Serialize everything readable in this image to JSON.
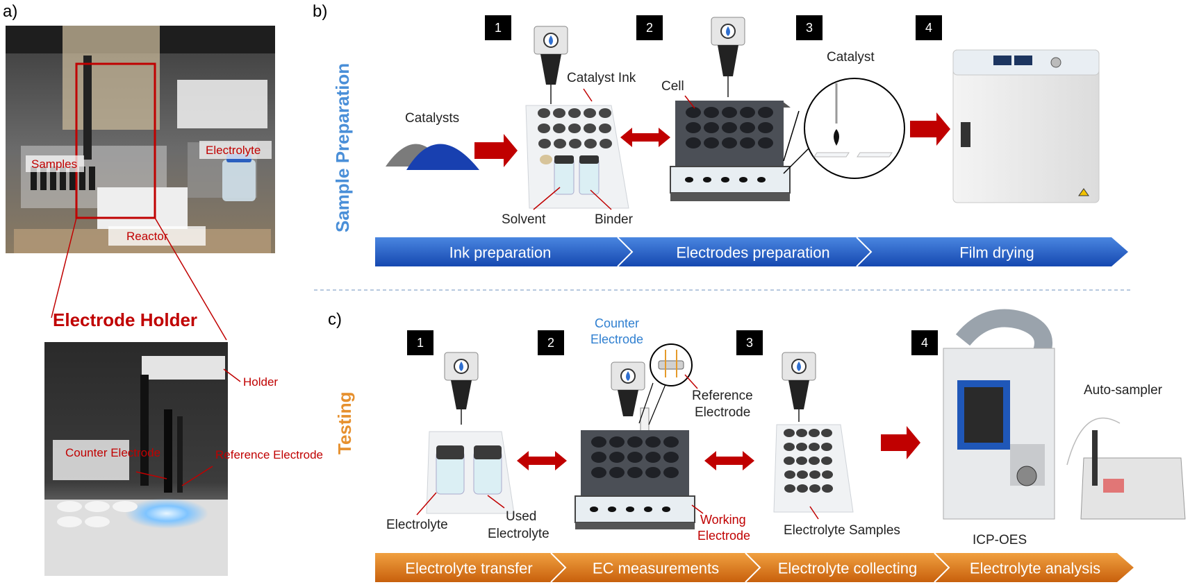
{
  "panels": {
    "a": {
      "label": "a)",
      "photo_labels": [
        "Samples",
        "Electrolyte",
        "Reactor"
      ],
      "holder_title": "Electrode Holder",
      "holder_labels": [
        "Holder",
        "Counter Electrode",
        "Reference Electrode"
      ]
    },
    "b": {
      "label": "b)",
      "side_title": "Sample Preparation",
      "steps": [
        "1",
        "2",
        "3",
        "4"
      ],
      "labels": {
        "catalysts": "Catalysts",
        "catalyst_ink": "Catalyst Ink",
        "solvent": "Solvent",
        "binder": "Binder",
        "cell": "Cell",
        "catalyst": "Catalyst"
      },
      "stages": [
        "Ink preparation",
        "Electrodes preparation",
        "Film drying"
      ]
    },
    "c": {
      "label": "c)",
      "side_title": "Testing",
      "steps": [
        "1",
        "2",
        "3",
        "4"
      ],
      "labels": {
        "electrolyte": "Electrolyte",
        "used_electrolyte_1": "Used",
        "used_electrolyte_2": "Electrolyte",
        "counter_1": "Counter",
        "counter_2": "Electrode",
        "reference_1": "Reference",
        "reference_2": "Electrode",
        "working_1": "Working",
        "working_2": "Electrode",
        "electrolyte_samples": "Electrolyte Samples",
        "icp": "ICP-OES",
        "autosampler": "Auto-sampler"
      },
      "stages": [
        "Electrolyte transfer",
        "EC measurements",
        "Electrolyte collecting",
        "Electrolyte analysis"
      ]
    }
  },
  "colors": {
    "accent_red": "#c00000",
    "prep_blue": "#1f5fc8",
    "testing_orange": "#d9791a",
    "divider": "#9fb6d3"
  }
}
